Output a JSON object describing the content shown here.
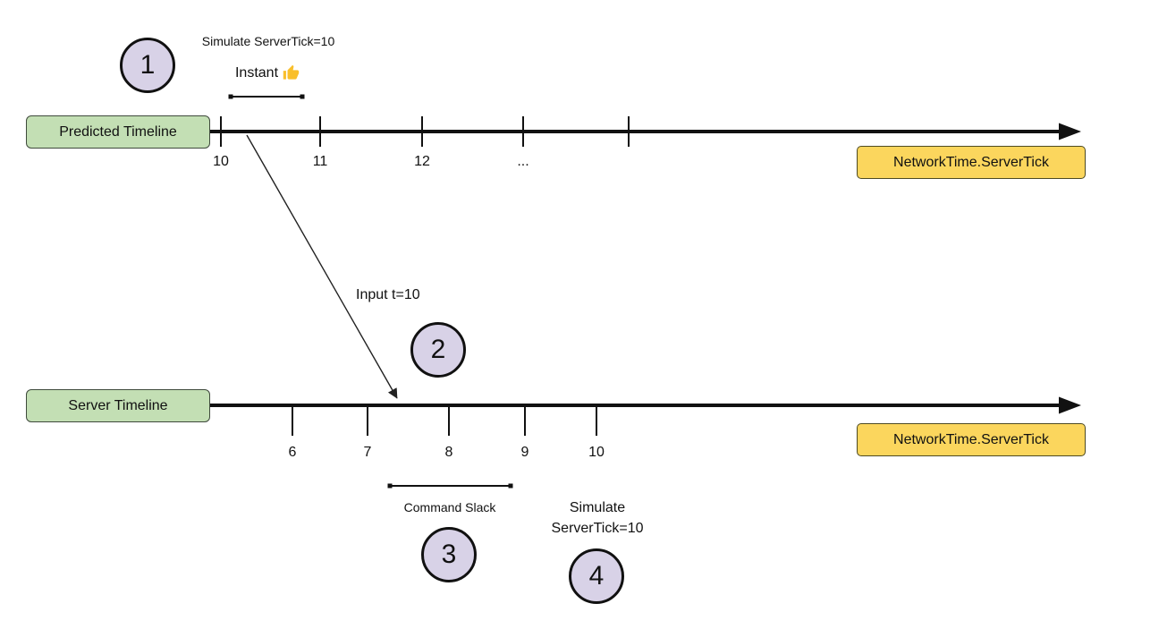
{
  "predicted_timeline": {
    "label": "Predicted Timeline",
    "badge": "NetworkTime.ServerTick",
    "tick_labels": [
      "10",
      "11",
      "12",
      "..."
    ]
  },
  "server_timeline": {
    "label": "Server Timeline",
    "badge": "NetworkTime.ServerTick",
    "tick_labels": [
      "6",
      "7",
      "8",
      "9",
      "10"
    ]
  },
  "steps": {
    "one": {
      "number": "1",
      "caption_line1": "Simulate ServerTick=10",
      "caption_line2": "Instant",
      "icon": "thumbs-up-icon"
    },
    "two": {
      "number": "2",
      "caption": "Input t=10"
    },
    "three": {
      "number": "3",
      "caption": "Command Slack"
    },
    "four": {
      "number": "4",
      "caption_line1": "Simulate",
      "caption_line2": "ServerTick=10"
    }
  },
  "colors": {
    "timeline_label_fill": "#c3dfb4",
    "timeline_label_border": "#3f4a3c",
    "badge_fill": "#fbd65d",
    "badge_border": "#4d4a22",
    "step_circle_fill": "#d8d2e7",
    "step_circle_border": "#111111",
    "line_color": "#111111",
    "thumbs_up_color": "#f9bf2b"
  }
}
